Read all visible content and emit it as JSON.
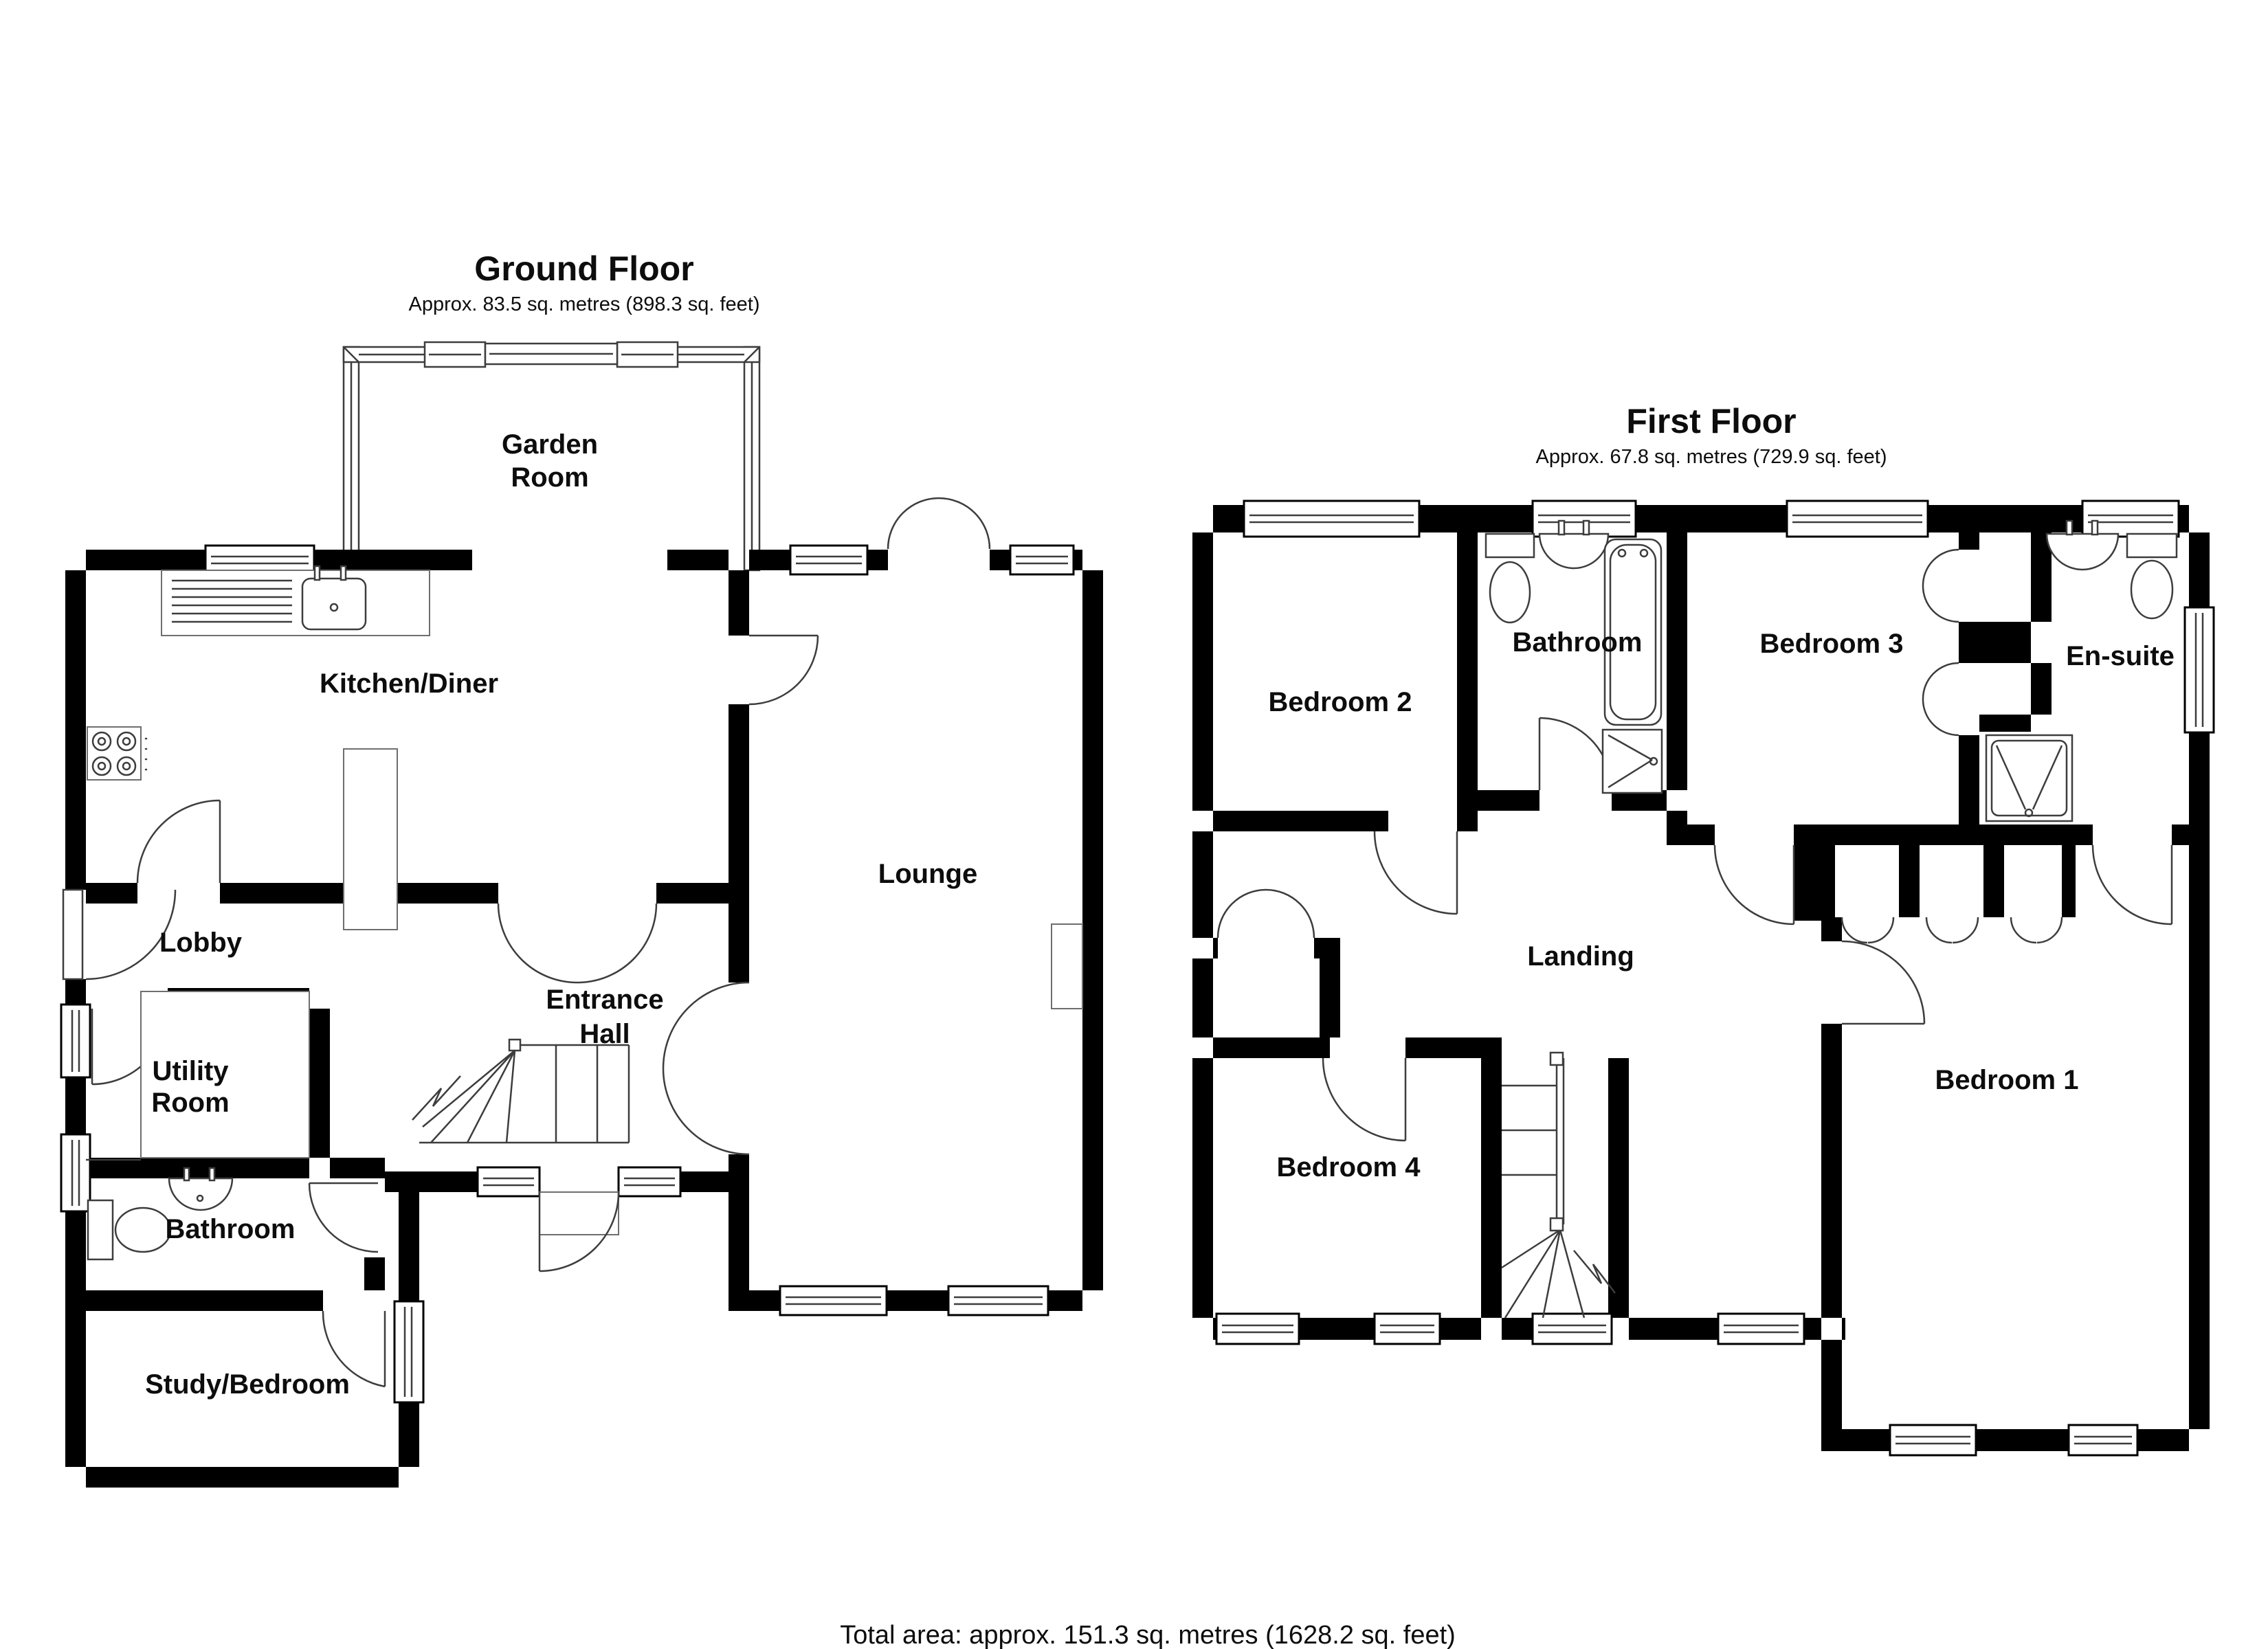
{
  "ground_floor": {
    "title": "Ground Floor",
    "area": "Approx. 83.5 sq. metres (898.3 sq. feet)",
    "rooms": {
      "garden_room": [
        "Garden",
        "Room"
      ],
      "kitchen_diner": "Kitchen/Diner",
      "lounge": "Lounge",
      "lobby": "Lobby",
      "utility_room": [
        "Utility",
        "Room"
      ],
      "entrance_hall": [
        "Entrance",
        "Hall"
      ],
      "bathroom": "Bathroom",
      "study_bedroom": "Study/Bedroom"
    }
  },
  "first_floor": {
    "title": "First Floor",
    "area": "Approx. 67.8 sq. metres (729.9 sq. feet)",
    "rooms": {
      "bedroom_2": "Bedroom 2",
      "bathroom": "Bathroom",
      "bedroom_3": "Bedroom 3",
      "en_suite": "En-suite",
      "landing": "Landing",
      "bedroom_4": "Bedroom 4",
      "bedroom_1": "Bedroom 1"
    }
  },
  "footer": {
    "total_area": "Total area: approx. 151.3 sq. metres (1628.2 sq. feet)"
  },
  "colors": {
    "walls": "#000000",
    "background": "#ffffff",
    "fixtures": "#3d3d3d"
  }
}
